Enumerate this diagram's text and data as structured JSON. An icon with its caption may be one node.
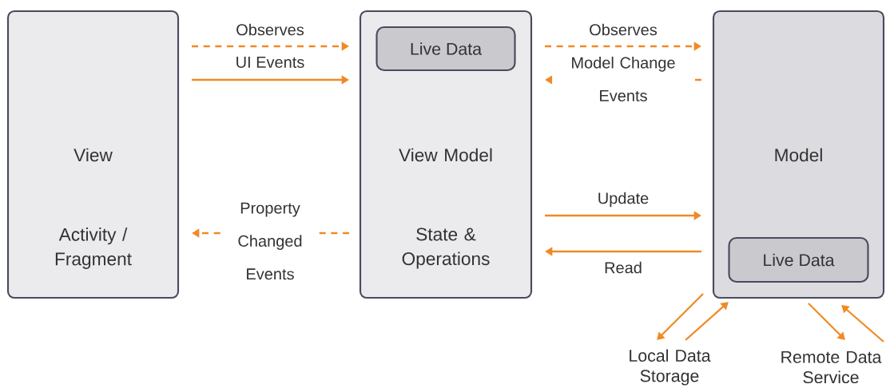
{
  "diagram": {
    "nodes": [
      {
        "text": [
          "View",
          "Activity / Fragment"
        ]
      },
      {
        "text": [
          "View Model",
          "State & Operations"
        ]
      },
      {
        "text": [
          "Live Data"
        ],
        "in": 1
      },
      {
        "text": [
          "Model"
        ]
      },
      {
        "text": [
          "Live Data"
        ],
        "in": 3
      },
      {
        "text": [
          "Local Data Storage"
        ]
      },
      {
        "text": [
          "Remote Data Service"
        ]
      }
    ],
    "edges": [
      {
        "from": 0,
        "to": 1,
        "arrow": "to",
        "style": "dashed",
        "label": "Observes"
      },
      {
        "from": 0,
        "to": 1,
        "arrow": "to",
        "label": "UI Events"
      },
      {
        "from": 1,
        "to": 3,
        "arrow": "to",
        "style": "dashed",
        "label": "Observes"
      },
      {
        "from": 3,
        "to": 1,
        "arrow": "to",
        "style": "dashed",
        "label": "Model Change Events"
      },
      {
        "from": 1,
        "to": 0,
        "arrow": "to",
        "style": "dashed",
        "label": "Property Changed Events"
      },
      {
        "from": 1,
        "to": 3,
        "arrow": "to",
        "label": "Update"
      },
      {
        "from": 3,
        "to": 1,
        "arrow": "to",
        "label": "Read"
      },
      {
        "from": 3,
        "to": 5,
        "arrow": "to"
      },
      {
        "from": 5,
        "to": 3,
        "arrow": "to"
      },
      {
        "from": 3,
        "to": 6,
        "arrow": "to"
      },
      {
        "from": 6,
        "to": 3,
        "arrow": "to"
      }
    ]
  }
}
